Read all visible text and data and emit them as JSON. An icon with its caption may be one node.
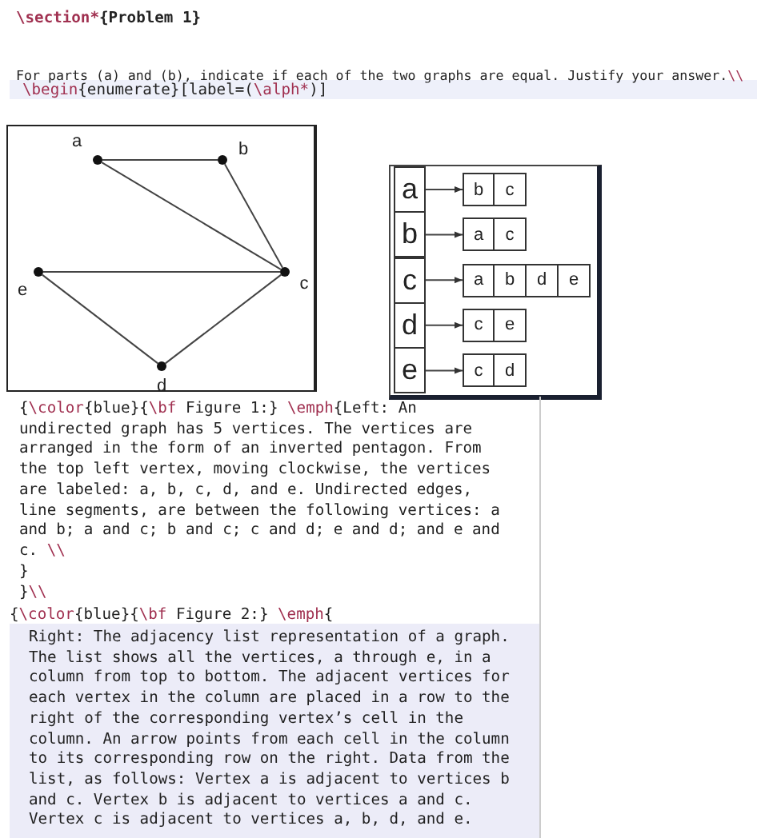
{
  "diagram": {
    "nodes": [
      {
        "text": [],
        "shape": "circle",
        "beside": [
          "a"
        ]
      },
      {
        "text": [],
        "shape": "circle",
        "beside": [
          "b"
        ]
      },
      {
        "text": [],
        "shape": "circle",
        "beside": [
          "c"
        ]
      },
      {
        "text": [],
        "shape": "circle",
        "beside": [
          "d"
        ]
      },
      {
        "text": [],
        "shape": "circle",
        "beside": [
          "e"
        ]
      },
      {
        "text": [
          "a"
        ]
      },
      {
        "text": [
          "b"
        ]
      },
      {
        "text": [
          "c"
        ]
      },
      {
        "text": [
          "d"
        ]
      },
      {
        "text": [
          "e"
        ]
      },
      {
        "text": [],
        "shape": "box"
      },
      {
        "text": [
          "b"
        ],
        "in": 10
      },
      {
        "text": [
          "c"
        ],
        "in": 10
      },
      {
        "text": [],
        "shape": "box"
      },
      {
        "text": [
          "a"
        ],
        "in": 13
      },
      {
        "text": [
          "c"
        ],
        "in": 13
      },
      {
        "text": [],
        "shape": "box"
      },
      {
        "text": [
          "a"
        ],
        "in": 16
      },
      {
        "text": [
          "b"
        ],
        "in": 16
      },
      {
        "text": [
          "d"
        ],
        "in": 16
      },
      {
        "text": [
          "e"
        ],
        "in": 16
      },
      {
        "text": [],
        "shape": "box"
      },
      {
        "text": [
          "c"
        ],
        "in": 21
      },
      {
        "text": [
          "e"
        ],
        "in": 21
      },
      {
        "text": [],
        "shape": "box"
      },
      {
        "text": [
          "c"
        ],
        "in": 24
      },
      {
        "text": [
          "d"
        ],
        "in": 24
      }
    ],
    "edges": [
      {
        "from": 0,
        "to": 1,
        "arrow": "none"
      },
      {
        "from": 0,
        "to": 2,
        "arrow": "none"
      },
      {
        "from": 1,
        "to": 2,
        "arrow": "none"
      },
      {
        "from": 2,
        "to": 3,
        "arrow": "none"
      },
      {
        "from": 4,
        "to": 3,
        "arrow": "none"
      },
      {
        "from": 4,
        "to": 2,
        "arrow": "none"
      },
      {
        "from": 5,
        "to": 10,
        "arrow": "to"
      },
      {
        "from": 6,
        "to": 13,
        "arrow": "to"
      },
      {
        "from": 7,
        "to": 16,
        "arrow": "to"
      },
      {
        "from": 8,
        "to": 21,
        "arrow": "to"
      },
      {
        "from": 9,
        "to": 24,
        "arrow": "to"
      }
    ],
    "labels": [
      "\\section*{Problem 1}",
      "For parts (a) and (b), indicate if each of the two graphs are equal. Justify your answer.\\\\",
      "\\begin{enumerate}[label=(\\alph*)]",
      "{\\color{blue}{\\bf Figure 1:} \\emph{Left: An undirected graph has 5 vertices. The vertices are arranged in the form of an inverted pentagon. From the top left vertex, moving clockwise, the vertices are labeled: a, b, c, d, and e. Undirected edges, line segments, are between the following vertices: a and b; a and c; b and c; c and d; e and d; and e and c. \\\\",
      "}",
      "}\\\\",
      "{\\color{blue}{\\bf Figure 2:} \\emph{",
      "Right: The adjacency list representation of a graph. The list shows all the vertices, a through e, in a column from top to bottom. The adjacent vertices for each vertex in the column are placed in a row to the right of the corresponding vertex’s cell in the column. An arrow points from each cell in the column to its corresponding row on the right. Data from the list, as follows: Vertex a is adjacent to vertices b and c. Vertex b is adjacent to vertices a and c. Vertex c is adjacent to vertices a, b, d, and e."
    ]
  }
}
